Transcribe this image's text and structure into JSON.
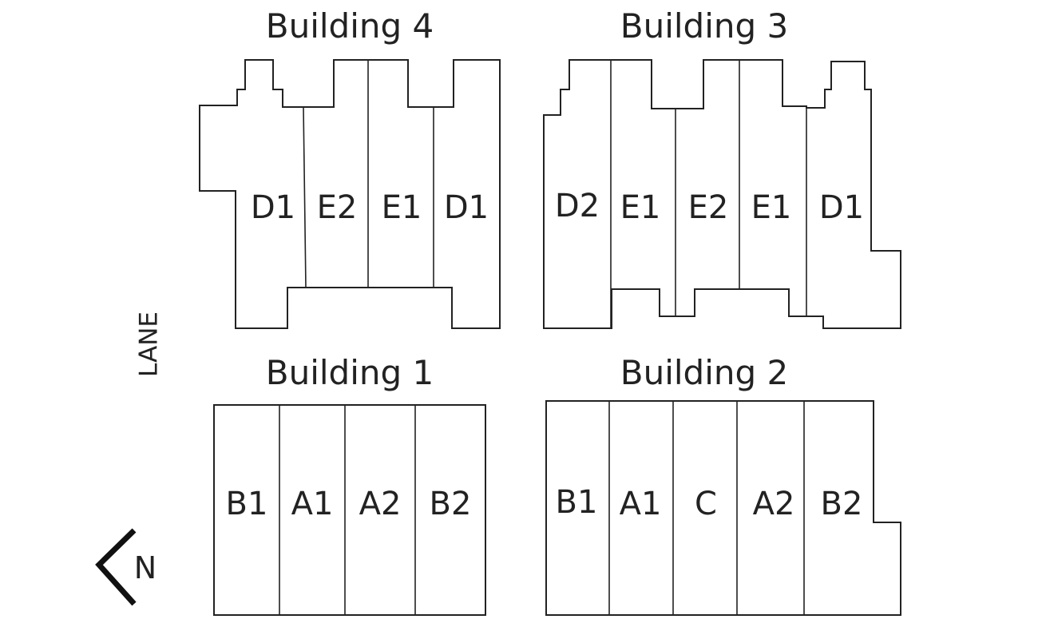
{
  "buildings": {
    "b4": {
      "title": "Building 4",
      "units": [
        "D1",
        "E2",
        "E1",
        "D1"
      ]
    },
    "b3": {
      "title": "Building 3",
      "units": [
        "D2",
        "E1",
        "E2",
        "E1",
        "D1"
      ]
    },
    "b1": {
      "title": "Building 1",
      "units": [
        "B1",
        "A1",
        "A2",
        "B2"
      ]
    },
    "b2": {
      "title": "Building 2",
      "units": [
        "B1",
        "A1",
        "C",
        "A2",
        "B2"
      ]
    }
  },
  "lane_label": "LANE",
  "north_label": "N",
  "icons": {
    "north_arrow": "north-arrow-icon"
  }
}
